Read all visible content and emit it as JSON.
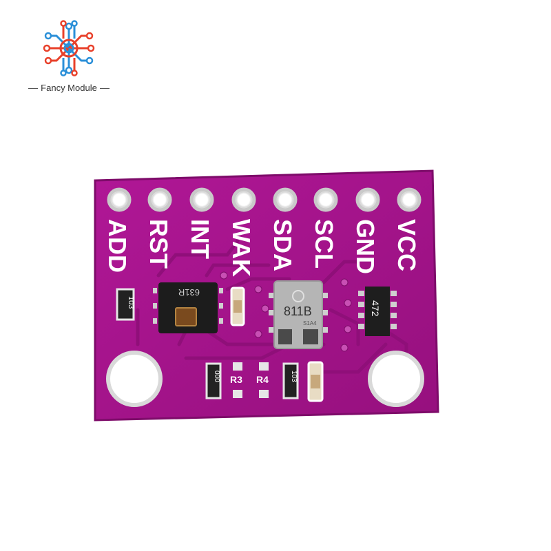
{
  "brand": {
    "logo_icon": "circuit-flower-icon",
    "name": "Fancy Module",
    "colors": {
      "orange": "#e8402a",
      "blue": "#2a8fd8"
    }
  },
  "board": {
    "pcb_color": "#a4138c",
    "pins": [
      "ADD",
      "RST",
      "INT",
      "WAK",
      "SDA",
      "SCL",
      "GND",
      "VCC"
    ],
    "chips": {
      "sensor_marking": "631R",
      "main_ic_marking": "811B",
      "main_ic_sub_marking": "S1A4",
      "resistor_array_marking": "472"
    },
    "smd_markings": [
      "103",
      "R3",
      "R4",
      "103",
      "000"
    ]
  }
}
